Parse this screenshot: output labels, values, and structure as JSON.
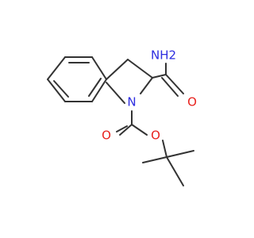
{
  "molecule": {
    "atoms": {
      "nh2": "NH2",
      "h_sub": "2",
      "n_ring": "N",
      "o_amide": "O",
      "o_carbonyl": "O",
      "o_ester": "O"
    },
    "colors": {
      "bond": "#333333",
      "nitrogen": "#2d2de0",
      "oxygen": "#e8221e",
      "background": "#ffffff"
    }
  }
}
